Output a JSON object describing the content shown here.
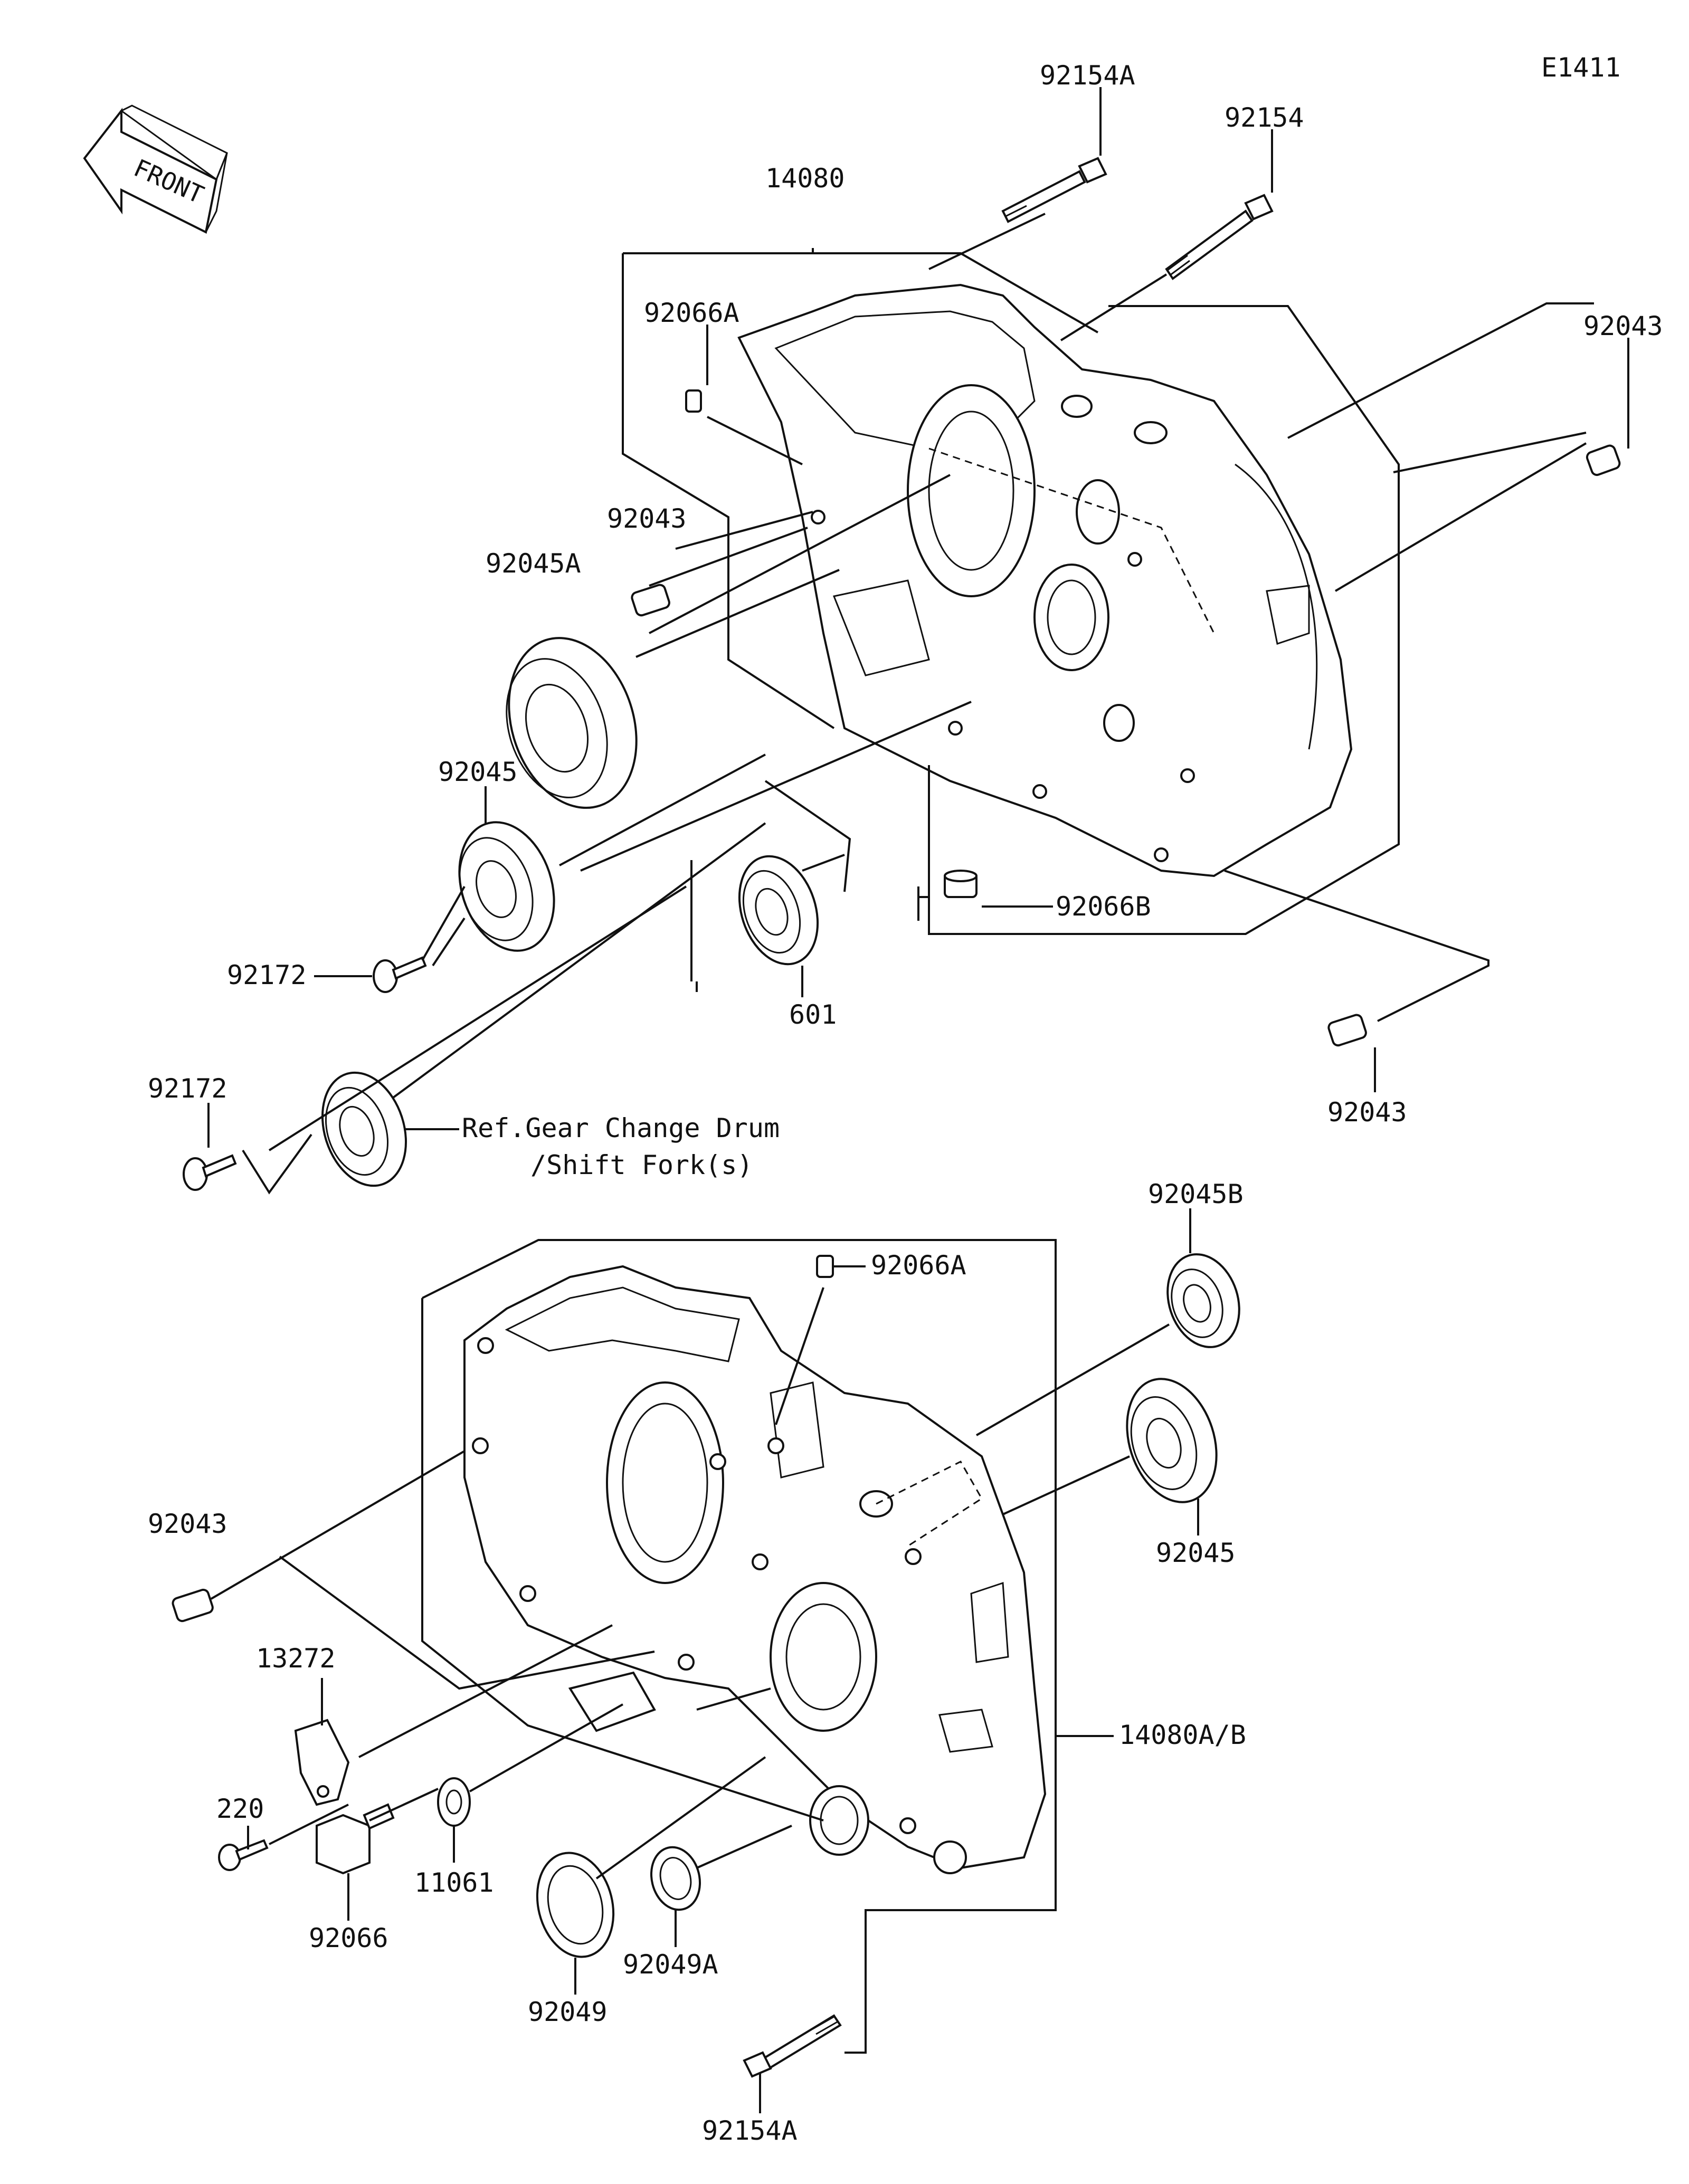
{
  "diagram": {
    "code": "E1411",
    "front_label": "FRONT",
    "labels": {
      "bolt_upper_a": "92154A",
      "bolt_upper": "92154",
      "crankcase_upper": "14080",
      "pin_upper_a": "92066A",
      "dowel_right_top": "92043",
      "dowel_upper_left": "92043",
      "bearing_45a": "92045A",
      "bearing_45_upper": "92045",
      "screw_upper": "92172",
      "bearing_601": "601",
      "pin_upper_b": "92066B",
      "dowel_lower_right": "92043",
      "screw_left": "92172",
      "ref_note_line1": "Ref.Gear Change Drum",
      "ref_note_line2": "/Shift Fork(s)",
      "bearing_45b": "92045B",
      "pin_lower_a": "92066A",
      "bearing_45_lower": "92045",
      "dowel_lower_left": "92043",
      "bracket": "13272",
      "bolt_220": "220",
      "crankcase_lower": "14080A/B",
      "washer": "11061",
      "plug": "92066",
      "seal_49": "92049",
      "seal_49a": "92049A",
      "bolt_lower_a": "92154A"
    }
  }
}
